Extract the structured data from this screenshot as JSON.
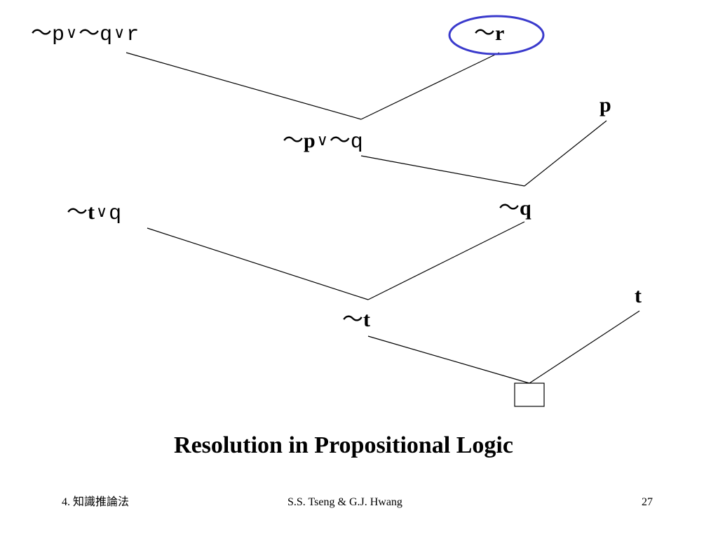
{
  "clauses": {
    "c1": {
      "tilde1": "～",
      "a": "p",
      "or1": "∨",
      "tilde2": "～",
      "b": "q",
      "or2": "∨",
      "c": "r"
    },
    "c2": {
      "tilde": "～",
      "a": "r"
    },
    "c3": {
      "a": "p"
    },
    "c4": {
      "tilde1": "～",
      "a": "p",
      "or": "∨",
      "tilde2": "～",
      "b": "q"
    },
    "c5": {
      "tilde": "～",
      "a": "q"
    },
    "c6": {
      "tilde": "～",
      "a": "t",
      "or": "∨",
      "b": "q"
    },
    "c7": {
      "a": "t"
    },
    "c8": {
      "tilde": "～",
      "a": "t"
    }
  },
  "empty_clause_symbol": "square",
  "highlight_color": "#3a3acc",
  "title": "Resolution in Propositional Logic",
  "footer": {
    "chapter": "4. 知識推論法",
    "authors": "S.S. Tseng & G.J. Hwang",
    "page": "27"
  }
}
